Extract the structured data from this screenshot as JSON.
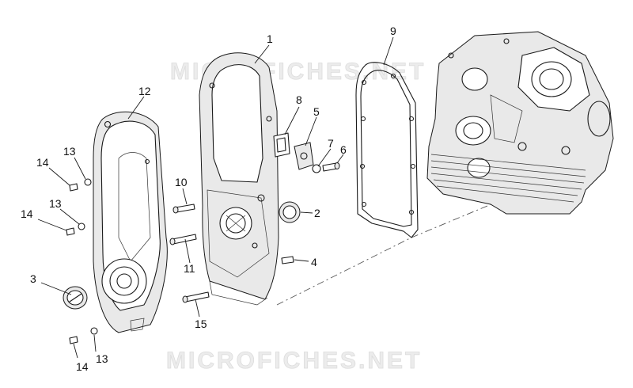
{
  "watermark": {
    "top": "MICROFICHES.NET",
    "bottom": "MICROFICHES.NET"
  },
  "callouts": [
    {
      "id": "c1",
      "label": "1"
    },
    {
      "id": "c2",
      "label": "2"
    },
    {
      "id": "c3",
      "label": "3"
    },
    {
      "id": "c4",
      "label": "4"
    },
    {
      "id": "c5",
      "label": "5"
    },
    {
      "id": "c6",
      "label": "6"
    },
    {
      "id": "c7",
      "label": "7"
    },
    {
      "id": "c8",
      "label": "8"
    },
    {
      "id": "c9",
      "label": "9"
    },
    {
      "id": "c10",
      "label": "10"
    },
    {
      "id": "c11",
      "label": "11"
    },
    {
      "id": "c12",
      "label": "12"
    },
    {
      "id": "c13a",
      "label": "13"
    },
    {
      "id": "c13b",
      "label": "13"
    },
    {
      "id": "c13c",
      "label": "13"
    },
    {
      "id": "c14a",
      "label": "14"
    },
    {
      "id": "c14b",
      "label": "14"
    },
    {
      "id": "c14c",
      "label": "14"
    },
    {
      "id": "c15",
      "label": "15"
    }
  ]
}
